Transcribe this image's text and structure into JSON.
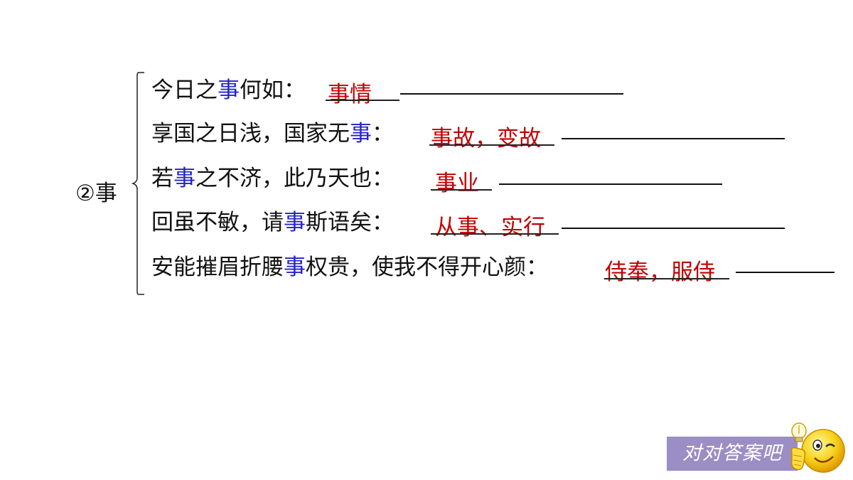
{
  "label": "②事",
  "rows": [
    {
      "before": "今日之",
      "hl": "事",
      "after": "何如：",
      "answer": "事情"
    },
    {
      "before": "享国之日浅，国家无",
      "hl": "事",
      "after": "：",
      "answer": "事故，变故"
    },
    {
      "before": "若",
      "hl": "事",
      "after": "之不济，此乃天也：",
      "answer": "事业"
    },
    {
      "before": "回虽不敏，请",
      "hl": "事",
      "after": "斯语矣：",
      "answer": "从事、实行"
    },
    {
      "before": "安能摧眉折腰",
      "hl": "事",
      "after": "权贵，使我不得开心颜：",
      "answer": "侍奉，服侍"
    }
  ],
  "badge": "对对答案吧",
  "colors": {
    "highlight": "#2222cc",
    "answer": "#c00000",
    "badge": "#9b8ec4"
  },
  "icons": [
    "brace-icon",
    "smiley-lightbulb-icon"
  ]
}
